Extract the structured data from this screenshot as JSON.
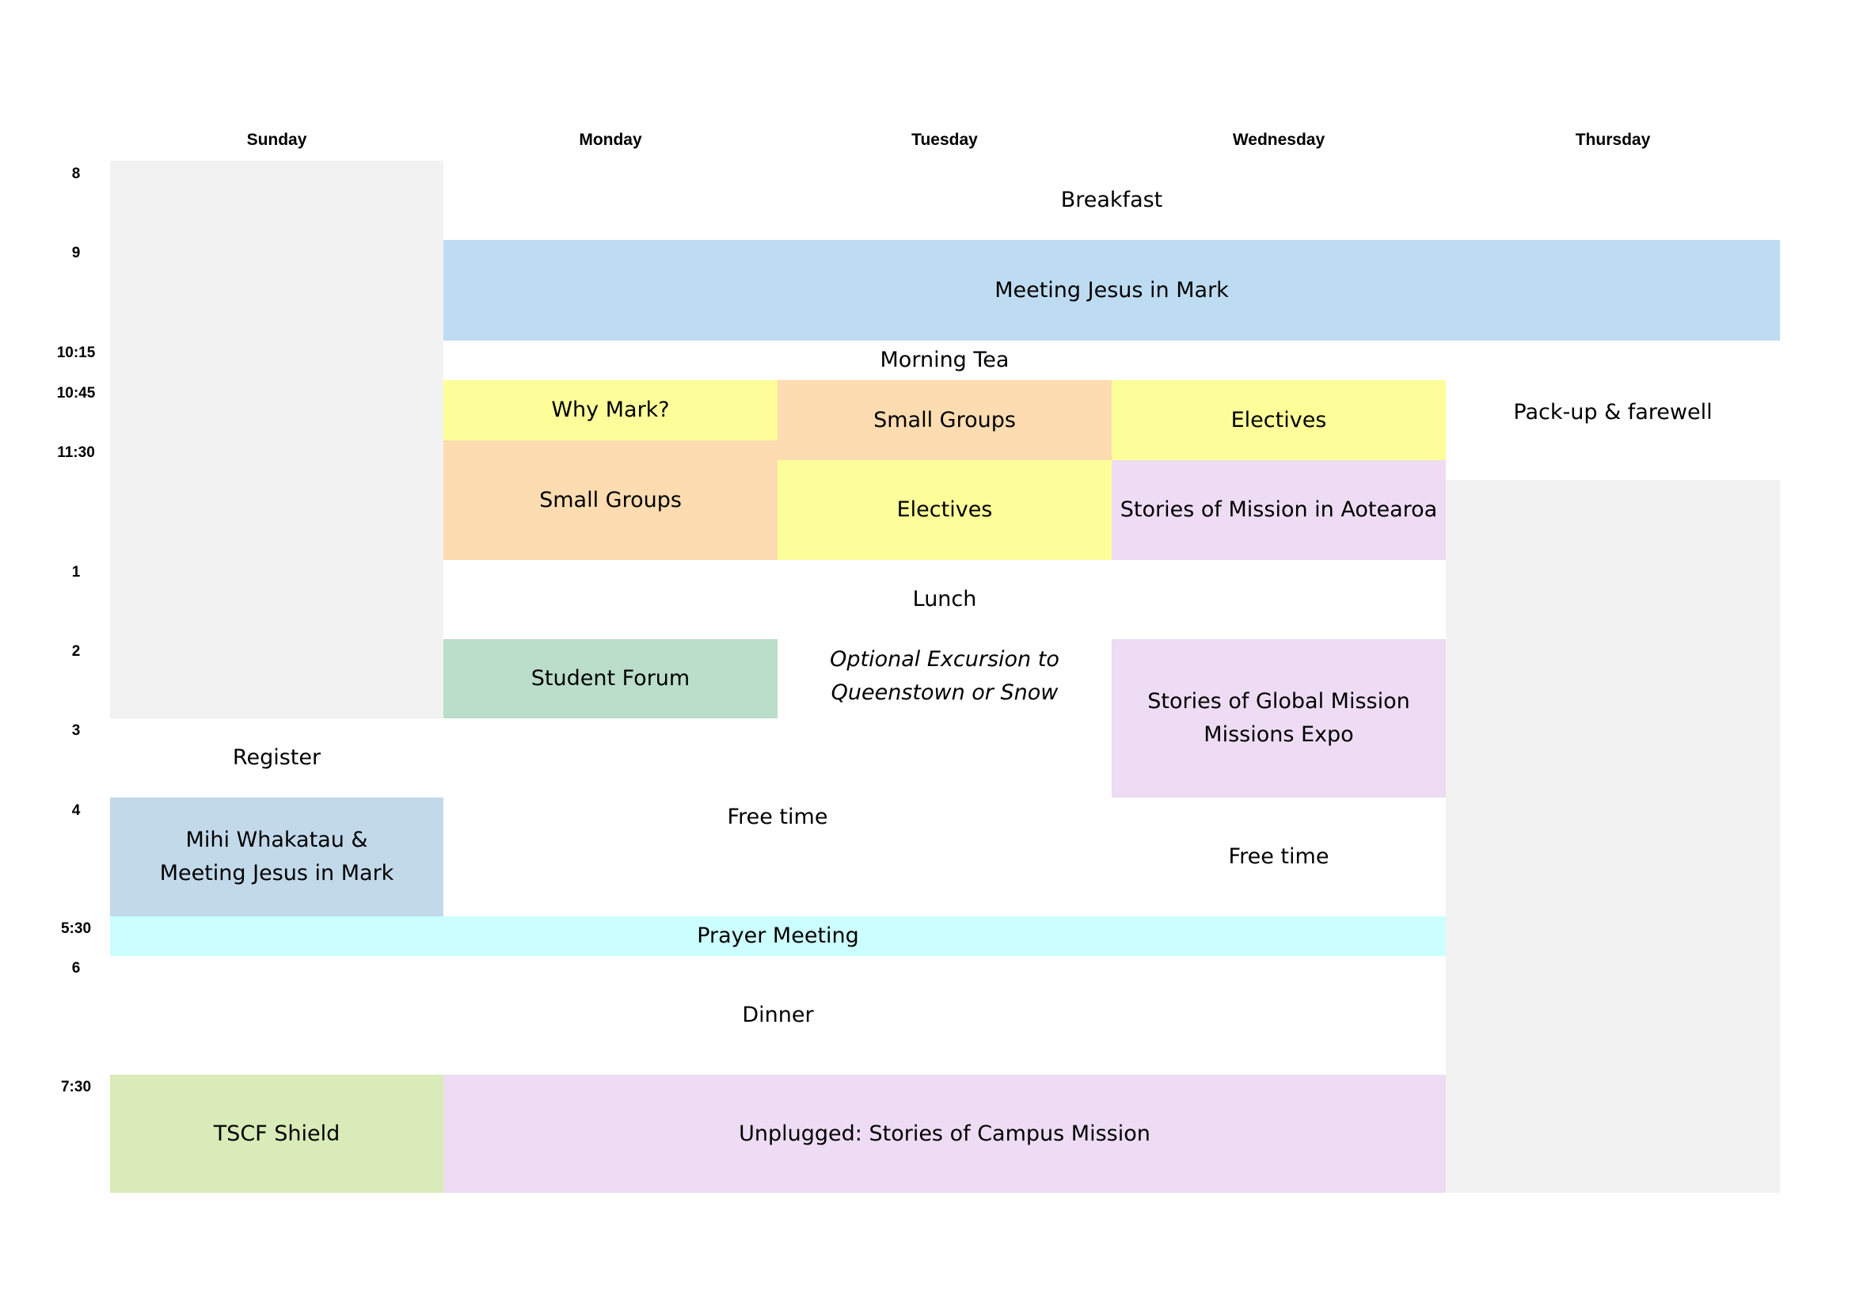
{
  "days": [
    "Sunday",
    "Monday",
    "Tuesday",
    "Wednesday",
    "Thursday"
  ],
  "times": [
    "8",
    "9",
    "10:15",
    "10:45",
    "11:30",
    "1",
    "2",
    "3",
    "4",
    "5:30",
    "6",
    "7:30"
  ],
  "events": {
    "breakfast": "Breakfast",
    "meeting_jesus_mark": "Meeting Jesus in Mark",
    "morning_tea": "Morning Tea",
    "pack_up": "Pack-up & farewell",
    "why_mark": "Why Mark?",
    "small_groups_tue": "Small Groups",
    "electives_wed": "Electives",
    "small_groups_mon": "Small Groups",
    "electives_tue": "Electives",
    "stories_aotearoa": "Stories of Mission in Aotearoa",
    "lunch": "Lunch",
    "student_forum": "Student Forum",
    "excursion_line1": "Optional Excursion to",
    "excursion_line2": "Queenstown or Snow",
    "global_mission_line1": "Stories of Global Mission",
    "global_mission_line2": "Missions Expo",
    "register": "Register",
    "mihi_line1": "Mihi Whakatau &",
    "mihi_line2": "Meeting Jesus in Mark",
    "free_time": "Free time",
    "free_time_wed": "Free time",
    "prayer_meeting": "Prayer Meeting",
    "dinner": "Dinner",
    "tscf_shield": "TSCF Shield",
    "unplugged": "Unplugged: Stories of Campus Mission"
  },
  "colors": {
    "grey": "#f2f2f2",
    "blue": "#bedcf1",
    "yellow": "#fdfe9a",
    "peach": "#fcdcb0",
    "lavender": "#eddcf4",
    "green": "#badeca",
    "cyan": "#ccffff",
    "lime": "#d8ebb8"
  }
}
